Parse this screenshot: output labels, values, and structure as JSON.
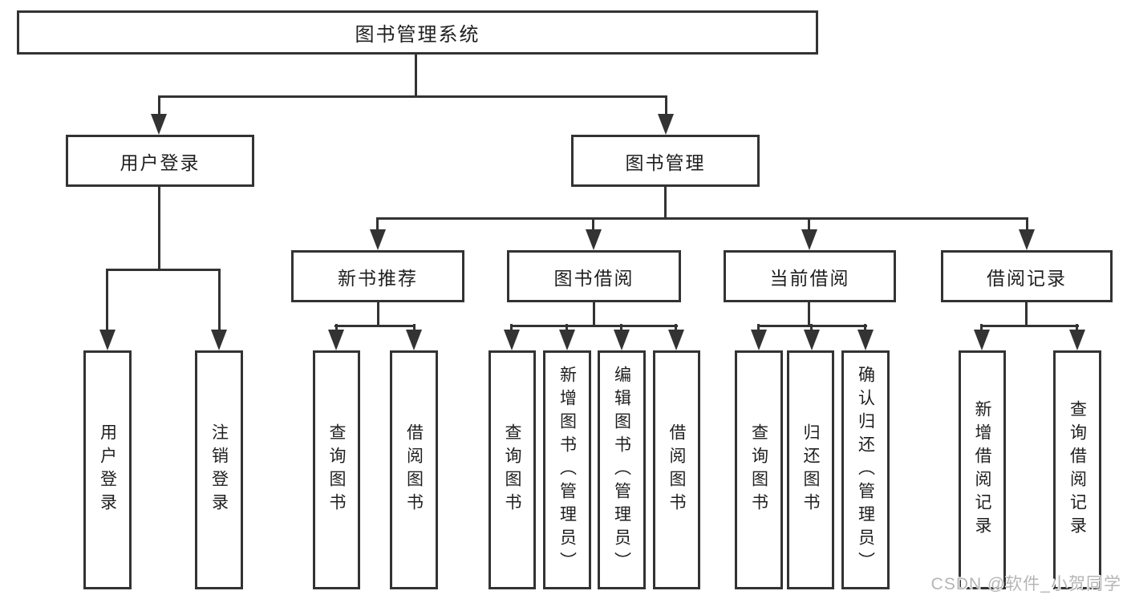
{
  "nodes": {
    "root": "图书管理系统",
    "user_login": "用户登录",
    "book_management": "图书管理",
    "new_book_recommend": "新书推荐",
    "book_borrowing": "图书借阅",
    "current_borrowing": "当前借阅",
    "borrowing_records": "借阅记录",
    "ul_user_login": "用户登录",
    "ul_logout": "注销登录",
    "nb_query_books": "查询图书",
    "nb_borrow_books": "借阅图书",
    "bb_query_books": "查询图书",
    "bb_add_books_admin": "新增图书（管理员）",
    "bb_edit_books_admin": "编辑图书（管理员）",
    "bb_borrow_books": "借阅图书",
    "cb_query_books": "查询图书",
    "cb_return_books": "归还图书",
    "cb_confirm_return_admin": "确认归还（管理员）",
    "br_add_record": "新增借阅记录",
    "br_query_record": "查询借阅记录"
  },
  "watermark": "CSDN @软件_小贺同学",
  "colors": {
    "line": "#333333",
    "background": "#ffffff",
    "watermark_text": "#b5b5b5"
  }
}
